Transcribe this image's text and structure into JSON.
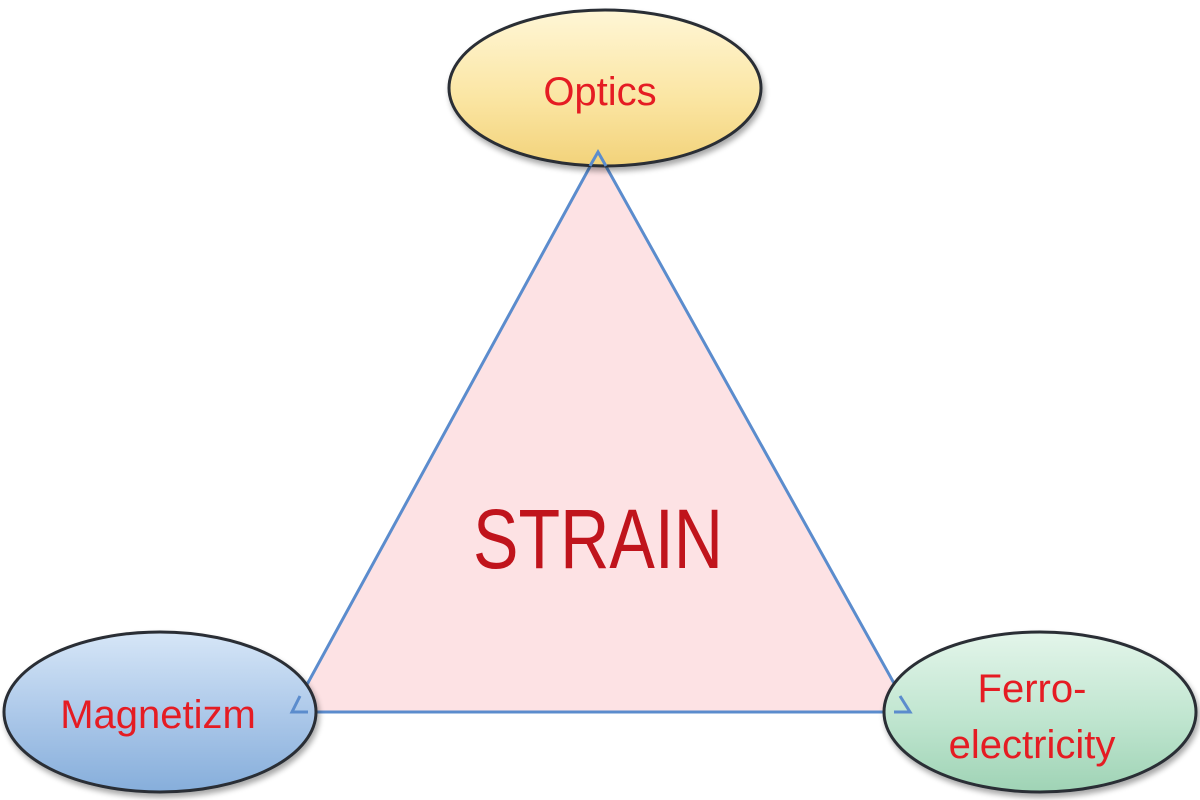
{
  "diagram": {
    "center_label": "STRAIN",
    "nodes": {
      "optics": {
        "label": "Optics",
        "fill": "#fbe6a4"
      },
      "magnetism": {
        "label": "Magnetizm",
        "fill": "#a9c6e8"
      },
      "ferroelectricity": {
        "line1": "Ferro-",
        "line2": "electricity",
        "fill": "#bfe5cf"
      }
    },
    "triangle_fill": "#fde2e4",
    "triangle_stroke": "#5b8ccd",
    "node_stroke": "#2a2f36",
    "label_color": "#e51c23",
    "center_color": "#c0141c"
  }
}
